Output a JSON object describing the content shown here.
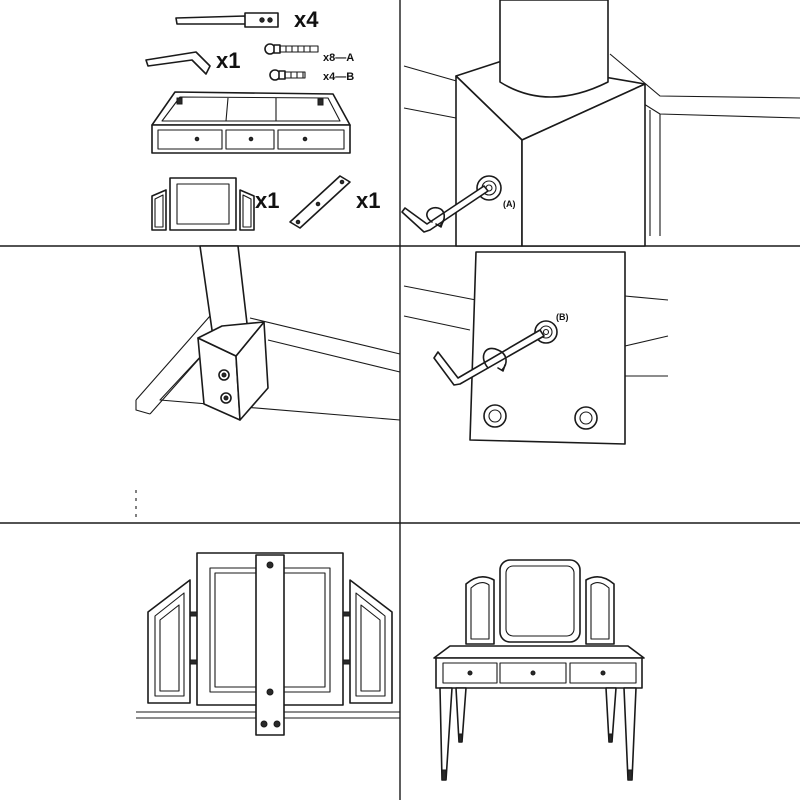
{
  "parts": {
    "legs_qty": "x4",
    "hex_key_qty": "x1",
    "bolt_a_qty": "x8—A",
    "bolt_b_qty": "x4—B",
    "mirror_qty": "x1",
    "bracket_qty": "x1"
  },
  "step_leg_bolt": {
    "callout": "(A)"
  },
  "step_plate_bolt": {
    "callout": "(B)"
  }
}
